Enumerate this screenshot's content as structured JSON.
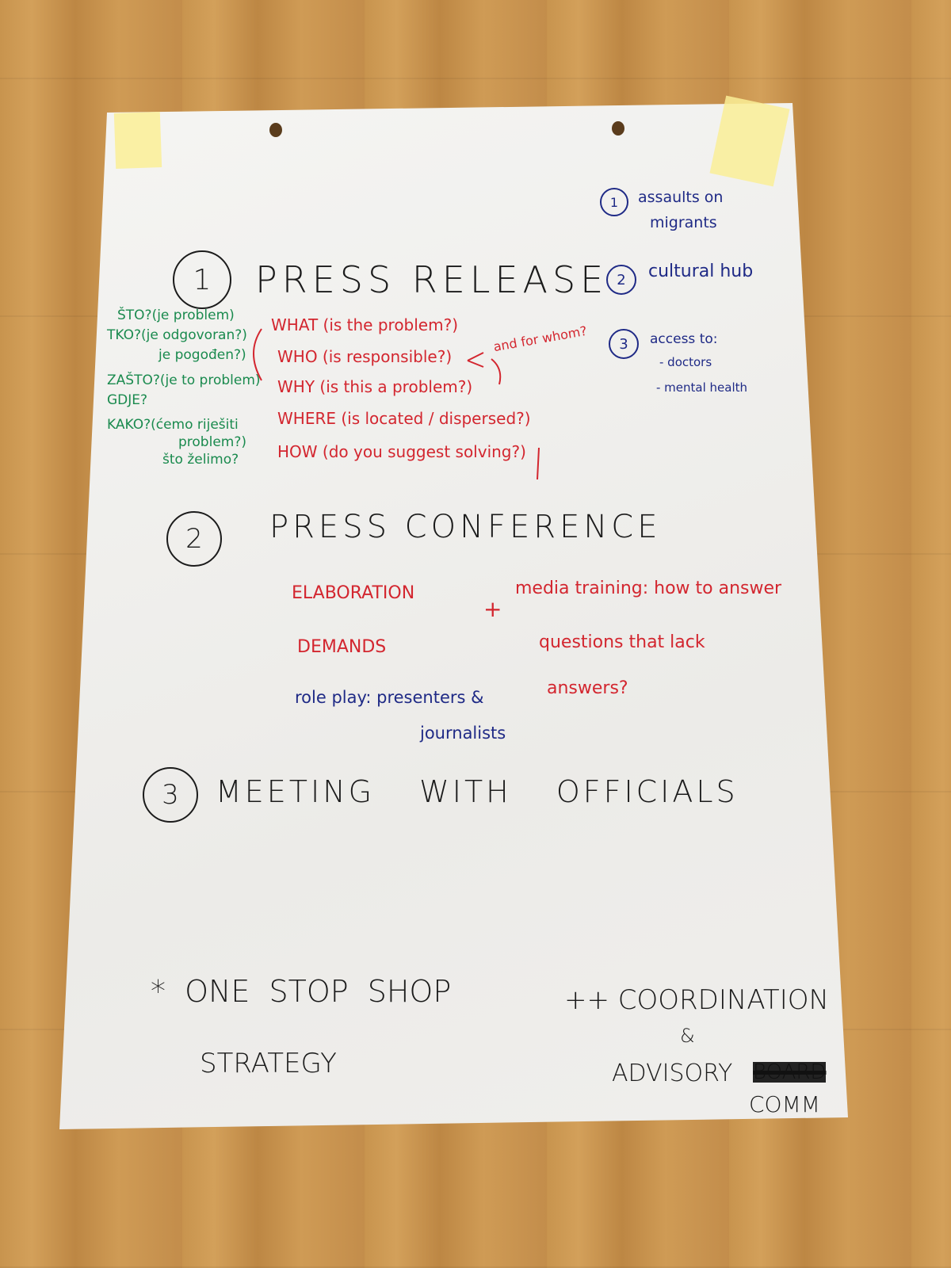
{
  "section1": {
    "number": "1",
    "title": "PRESS RELEASE"
  },
  "green_questions": [
    "ŠTO?(je problem)",
    "TKO?(je odgovoran?)",
    "je pogođen?)",
    "ZAŠTO?(je to problem)",
    "GDJE?",
    "KAKO?(ćemo riješiti",
    "problem?)",
    "što želimo?"
  ],
  "red_questions": [
    "WHAT (is the problem?)",
    "WHO (is responsible?)",
    "WHY (is this a problem?)",
    "WHERE (is located / dispersed?)",
    "HOW (do you suggest solving?)"
  ],
  "red_aside": "and for whom?",
  "topics": [
    {
      "number": "1",
      "lines": [
        "assaults on",
        "migrants"
      ]
    },
    {
      "number": "2",
      "lines": [
        "cultural hub"
      ]
    },
    {
      "number": "3",
      "lines": [
        "access to:",
        "- doctors",
        "- mental health"
      ]
    }
  ],
  "section2": {
    "number": "2",
    "title": "PRESS CONFERENCE",
    "items": [
      "ELABORATION",
      "DEMANDS"
    ],
    "plus": "+",
    "media_training": [
      "media training: how to answer",
      "questions that lack",
      "answers?"
    ],
    "role_play": [
      "role play: presenters &",
      "journalists"
    ]
  },
  "section3": {
    "number": "3",
    "title": "MEETING WITH OFFICIALS"
  },
  "bottom": {
    "one_stop": "* ONE STOP SHOP",
    "strategy": "STRATEGY",
    "coordination": "++ COORDINATION",
    "amp": "&",
    "advisory": "ADVISORY",
    "crossed": "BOARD",
    "comm": "COMM"
  }
}
